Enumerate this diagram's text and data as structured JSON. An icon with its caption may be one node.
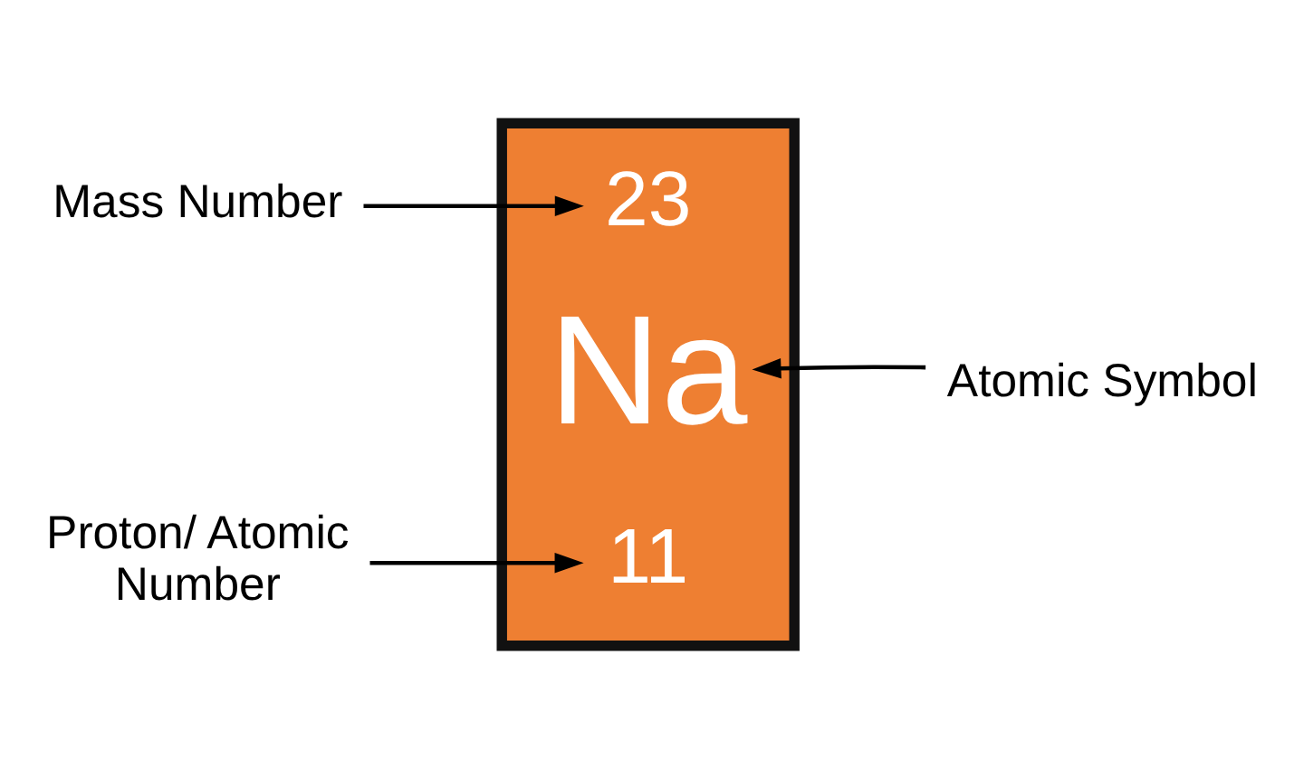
{
  "diagram": {
    "nodes": [
      {
        "text": [
          "Mass Number"
        ]
      },
      {
        "text": [],
        "shape": "box"
      },
      {
        "text": [
          "23"
        ],
        "in": 1
      },
      {
        "text": [
          "Na"
        ],
        "in": 1
      },
      {
        "text": [
          "11"
        ],
        "in": 1
      },
      {
        "text": [
          "Atomic Symbol"
        ]
      },
      {
        "text": [
          "Proton/ Atomic Number"
        ]
      }
    ],
    "edges": [
      {
        "from": 0,
        "to": 2,
        "arrow": "to"
      },
      {
        "from": 5,
        "to": 3,
        "arrow": "to"
      },
      {
        "from": 6,
        "to": 4,
        "arrow": "to"
      }
    ]
  }
}
